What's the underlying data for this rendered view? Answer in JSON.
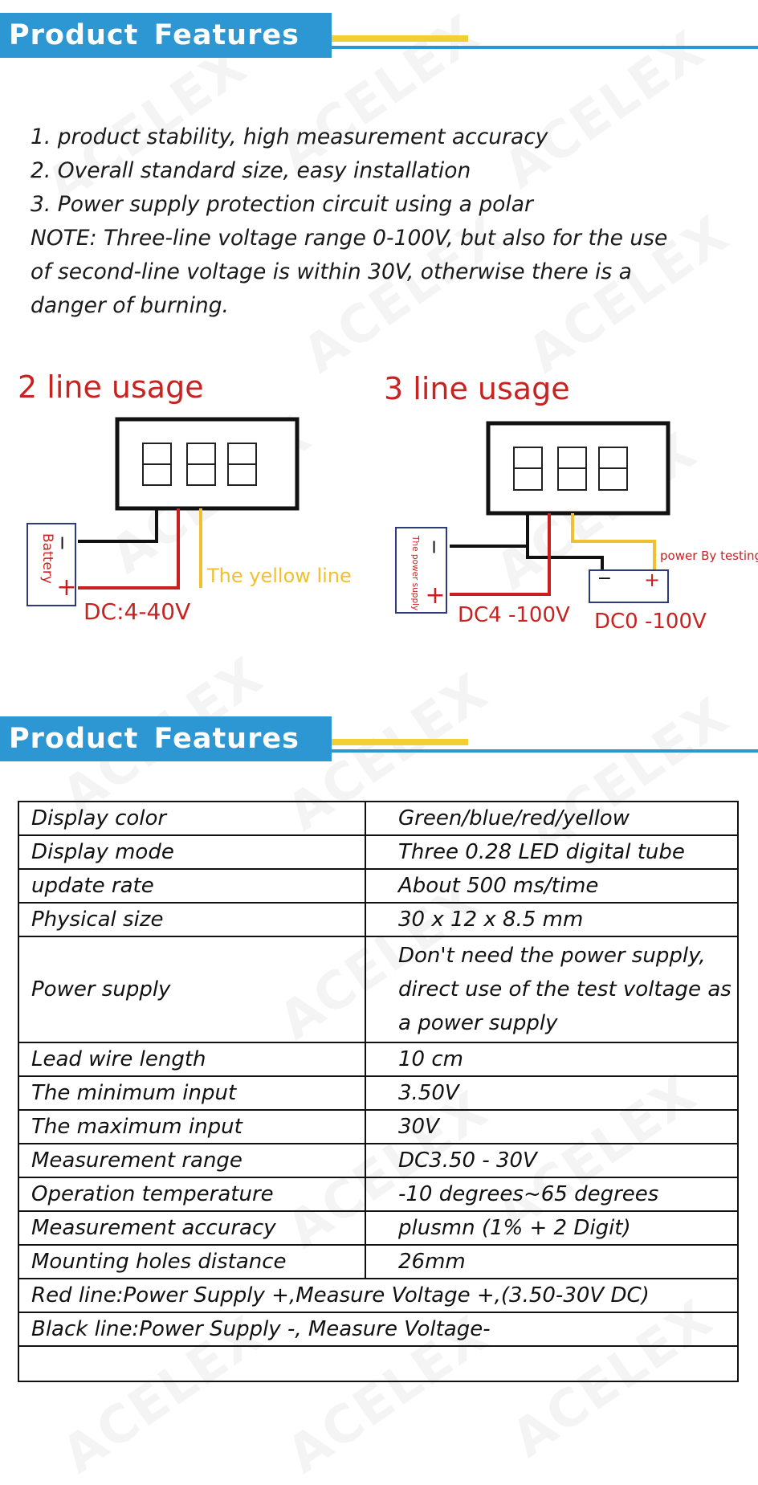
{
  "watermark": "ACELEX",
  "section_title": "Product Features",
  "intro_lines": [
    "1. product stability, high measurement accuracy",
    "2. Overall standard size, easy installation",
    "3. Power supply protection circuit using a polar",
    "NOTE: Three-line voltage range 0-100V, but also for the use",
    "of second-line voltage is within 30V, otherwise there is a",
    "danger of burning."
  ],
  "diagram_left": {
    "heading": "2 line usage",
    "battery_label": "Battery",
    "minus": "−",
    "plus": "+",
    "wire_label": "The yellow line",
    "voltage": "DC:4-40V"
  },
  "diagram_right": {
    "heading": "3 line usage",
    "supply_label": "The power supply",
    "minus": "−",
    "plus": "+",
    "testing_label": "power By testing",
    "voltage_supply": "DC4 -100V",
    "voltage_measure": "DC0 -100V"
  },
  "colors": {
    "accent": "#2c97d2",
    "yellow": "#f2cf33",
    "red_text": "#c72321",
    "wire_red": "#c8201e",
    "wire_yellow": "#f0c030",
    "wire_black": "#111111",
    "box_blue": "#2e3a7a"
  },
  "specs": [
    {
      "label": "Display color",
      "value": "Green/blue/red/yellow"
    },
    {
      "label": "Display mode",
      "value": "Three 0.28 LED digital tube"
    },
    {
      "label": "update rate",
      "value": "About 500 ms/time"
    },
    {
      "label": "Physical size",
      "value": "30 x 12 x 8.5 mm"
    },
    {
      "label": "Power supply",
      "value": " Don't need the power supply, direct use of the test voltage as a power supply"
    },
    {
      "label": "Lead wire length",
      "value": "10 cm"
    },
    {
      "label": "The minimum input",
      "value": "3.50V"
    },
    {
      "label": "The maximum input",
      "value": "30V"
    },
    {
      "label": "Measurement range",
      "value": "DC3.50 - 30V"
    },
    {
      "label": "Operation temperature",
      "value": " -10 degrees~65 degrees"
    },
    {
      "label": "Measurement accuracy",
      "value": "plusmn (1% + 2 Digit)"
    },
    {
      "label": "Mounting holes distance",
      "value": "26mm"
    }
  ],
  "notes": [
    "Red line:Power Supply +,Measure Voltage +,(3.50-30V DC)",
    "Black line:Power Supply -, Measure Voltage-",
    ""
  ]
}
